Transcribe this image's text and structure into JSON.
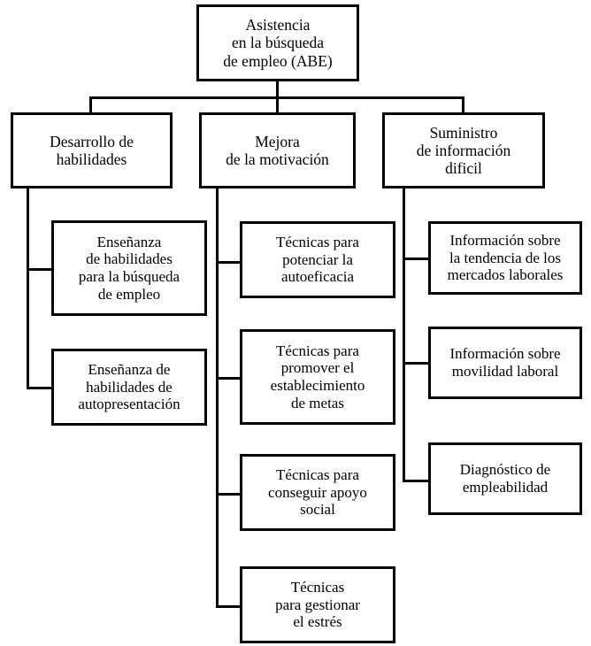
{
  "diagram": {
    "title": "Asistencia en la búsqueda de empleo (ABE)",
    "type": "hierarchy-tree",
    "language": "es",
    "colors": {
      "background": "#ffffff",
      "box_fill": "#ffffff",
      "line": "#000000",
      "text": "#000000"
    },
    "root": {
      "label": "Asistencia\nen la búsqueda\nde empleo (ABE)"
    },
    "branches": [
      {
        "label": "Desarrollo de\nhabilidades",
        "children": [
          {
            "label": "Enseñanza\nde habilidades\npara la búsqueda\nde empleo"
          },
          {
            "label": "Enseñanza de\nhabilidades de\nautopresentación"
          }
        ]
      },
      {
        "label": "Mejora\nde la motivación",
        "children": [
          {
            "label": "Técnicas para\npotenciar la\nautoeficacia"
          },
          {
            "label": "Técnicas para\npromover el\nestablecimiento\nde metas"
          },
          {
            "label": "Técnicas para\nconseguir apoyo\nsocial"
          },
          {
            "label": "Técnicas\npara gestionar\nel estrés"
          }
        ]
      },
      {
        "label": "Suministro\nde información\ndificil",
        "children": [
          {
            "label": "Información sobre\nla tendencia de los\nmercados laborales"
          },
          {
            "label": "Información sobre\nmovilidad laboral"
          },
          {
            "label": "Diagnóstico de\nempleabilidad"
          }
        ]
      }
    ]
  }
}
